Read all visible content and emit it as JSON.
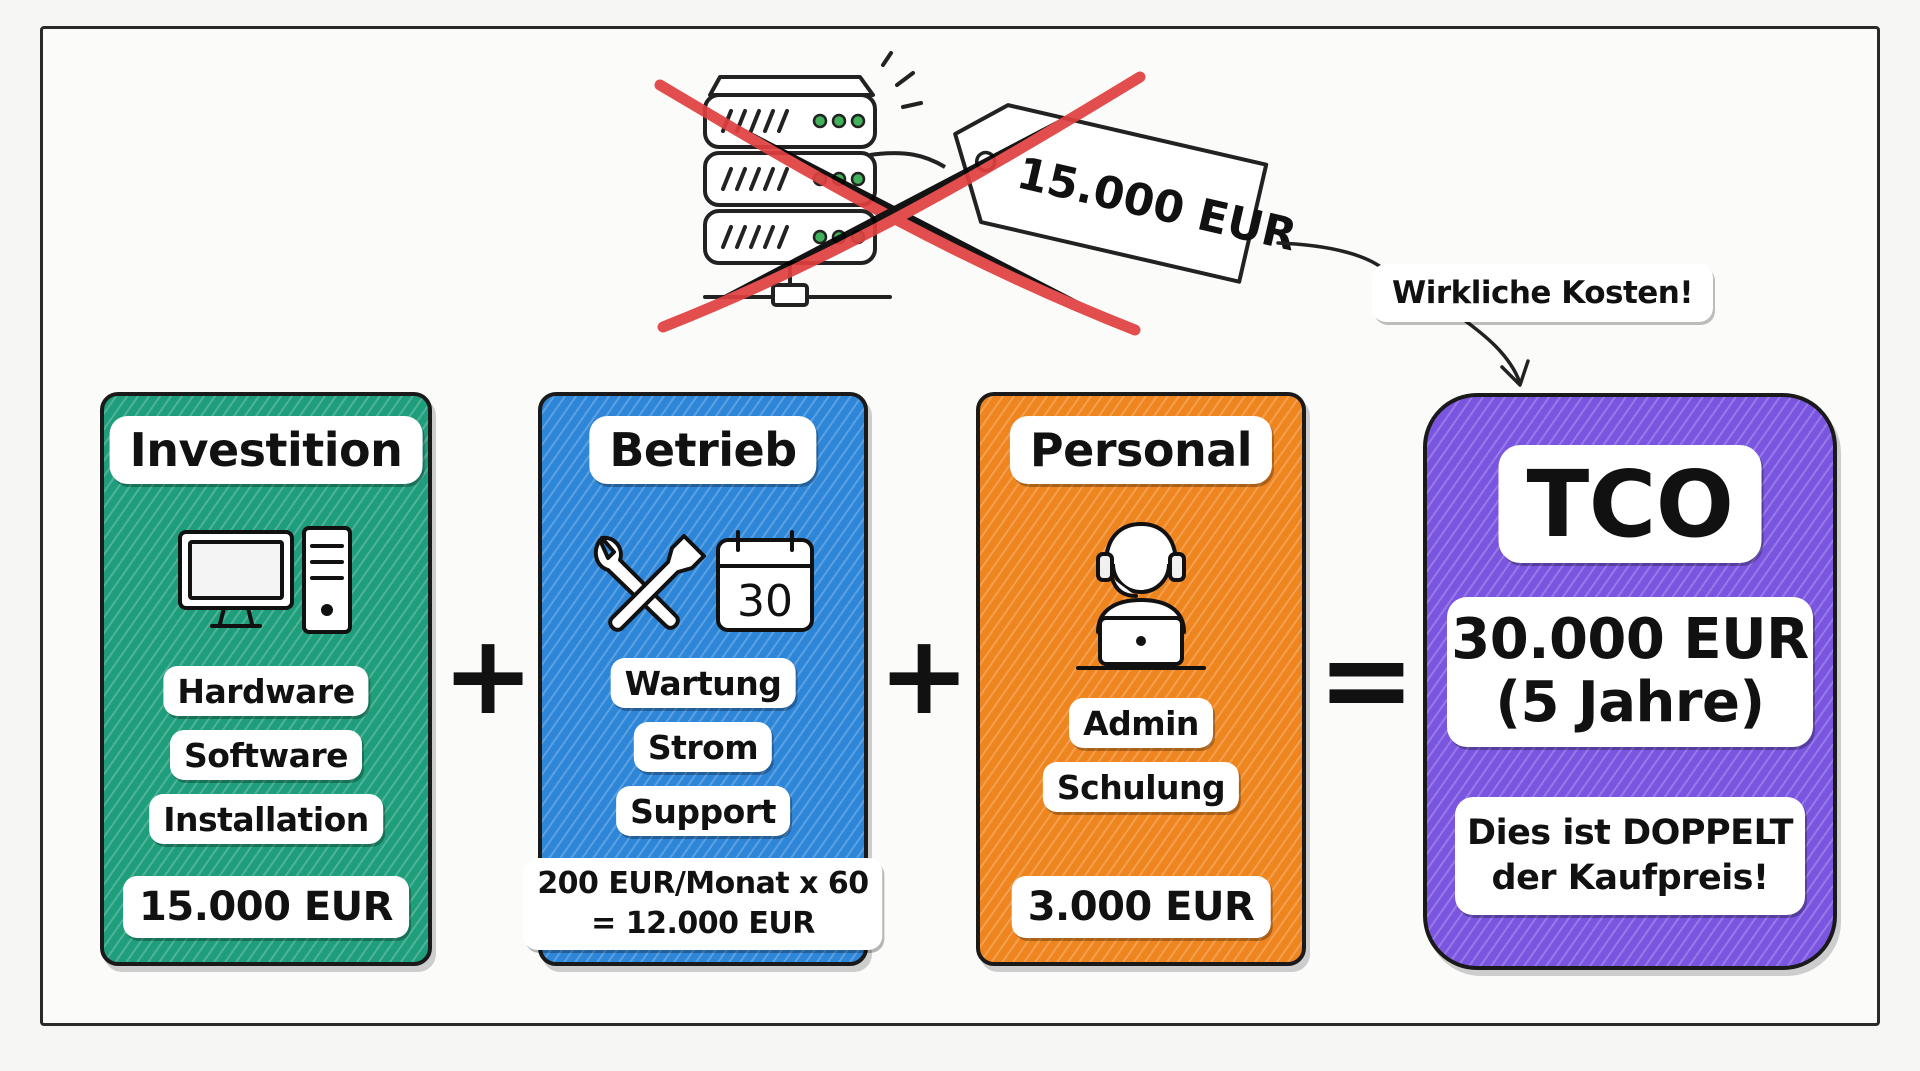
{
  "top": {
    "price_tag": "15.000 EUR",
    "callout": "Wirkliche Kosten!"
  },
  "cards": {
    "investition": {
      "title": "Investition",
      "items": [
        "Hardware",
        "Software",
        "Installation"
      ],
      "sum": "15.000 EUR"
    },
    "betrieb": {
      "title": "Betrieb",
      "calendar_day": "30",
      "items": [
        "Wartung",
        "Strom",
        "Support"
      ],
      "sum_line1": "200 EUR/Monat x 60",
      "sum_line2": "= 12.000 EUR"
    },
    "personal": {
      "title": "Personal",
      "items": [
        "Admin",
        "Schulung"
      ],
      "sum": "3.000 EUR"
    },
    "tco": {
      "title": "TCO",
      "sum_line1": "30.000 EUR",
      "sum_line2": "(5 Jahre)",
      "note_line1": "Dies ist DOPPELT",
      "note_line2": "der Kaufpreis!"
    }
  },
  "operators": {
    "plus": "+",
    "equals": "="
  },
  "colors": {
    "investition": "#1f9e7c",
    "betrieb": "#2e86d8",
    "personal": "#ef851f",
    "tco": "#7a55e0",
    "cross": "#e04040"
  }
}
